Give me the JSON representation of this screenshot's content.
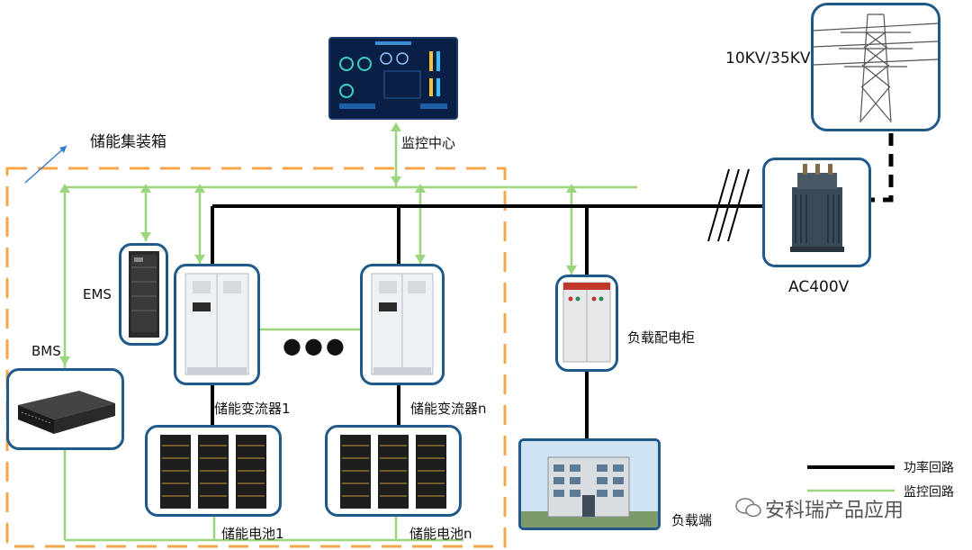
{
  "labels": {
    "container": "储能集装箱",
    "monitor_center": "监控中心",
    "ems": "EMS",
    "bms": "BMS",
    "pcs1": "储能变流器1",
    "pcsn": "储能变流器n",
    "battery1": "储能电池1",
    "batteryn": "储能电池n",
    "load_cabinet": "负载配电柜",
    "load_end": "负载端",
    "transformer": "AC400V",
    "grid": "10KV/35KV",
    "ellipsis": "●●●"
  },
  "legend": {
    "power": "功率回路",
    "monitor": "监控回路"
  },
  "watermark": "安科瑞产品应用",
  "colors": {
    "power_line": "#000000",
    "monitor_line": "#9bd67c",
    "container_border": "#f5a54a",
    "box_border": "#1f5a8a"
  }
}
